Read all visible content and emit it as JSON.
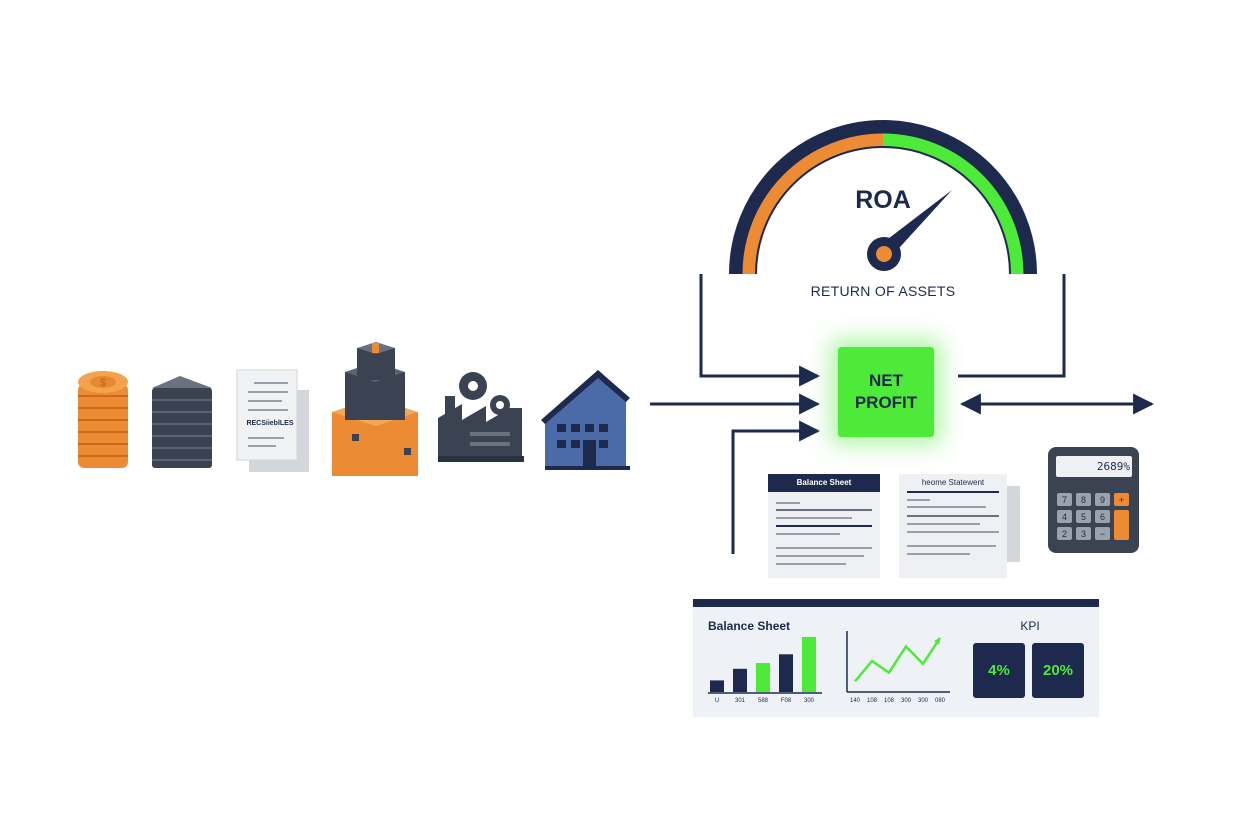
{
  "gauge": {
    "title": "ROA",
    "subtitle": "RETURN OF ASSETS",
    "colors": {
      "low": "#ed8a34",
      "high": "#4dea3a",
      "frame": "#1d2a4d"
    }
  },
  "center": {
    "line1": "NET",
    "line2": "PROFIT",
    "color": "#4dea3a"
  },
  "assets": {
    "receivables_label": "RECSiieblLES",
    "icons": [
      "coin-stack-icon",
      "server-stack-icon",
      "receivables-document-icon",
      "inventory-boxes-icon",
      "factory-icon",
      "building-icon"
    ]
  },
  "documents": {
    "balance_title": "Balance Sheet",
    "income_title": "heome Statewent"
  },
  "calculator": {
    "display": "2689%",
    "keys": [
      "7",
      "8",
      "9",
      "+",
      "4",
      "5",
      "6",
      "",
      "2",
      "3",
      "−",
      ""
    ]
  },
  "dashboard": {
    "title": "Balance Sheet",
    "kpi_title": "KPI",
    "kpi_values": [
      "4%",
      "20%"
    ]
  },
  "chart_data": [
    {
      "type": "bar",
      "categories": [
        "U",
        "301",
        "588",
        "F08",
        "300"
      ],
      "values": [
        2,
        4,
        5,
        6.5,
        9.5
      ],
      "colors": [
        "#1d2a4d",
        "#1d2a4d",
        "#4dea3a",
        "#1d2a4d",
        "#4dea3a"
      ],
      "ylim": [
        0,
        10
      ]
    },
    {
      "type": "line",
      "categories": [
        "140",
        "108",
        "108",
        "300",
        "300",
        "080"
      ],
      "values": [
        1.5,
        5,
        3,
        7.5,
        4.5,
        9
      ],
      "ylim": [
        0,
        10
      ]
    }
  ]
}
